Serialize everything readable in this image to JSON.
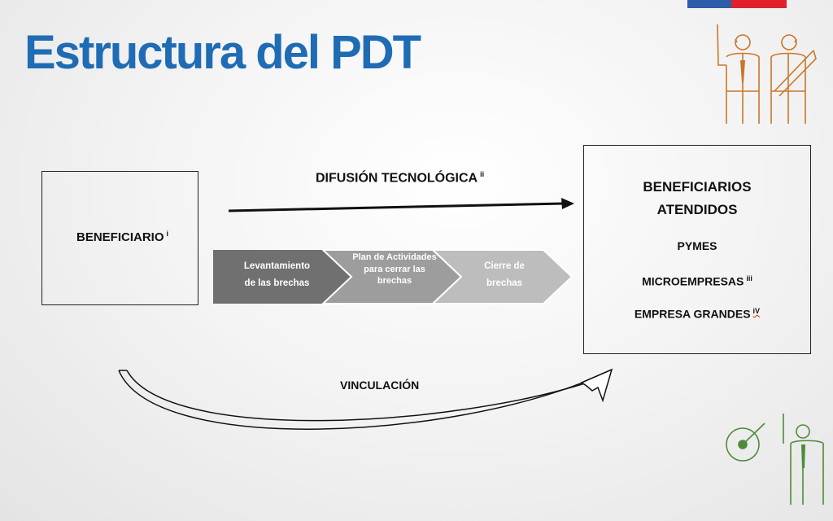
{
  "slide": {
    "title": "Estructura del PDT"
  },
  "diagram": {
    "left_box": {
      "label": "BENEFICIARIO",
      "sup": "i"
    },
    "top_arrow": {
      "label": "DIFUSIÓN TECNOLÓGICA",
      "sup": "ii"
    },
    "steps": [
      {
        "line1": "Levantamiento",
        "line2": "de las brechas",
        "color": "#707070"
      },
      {
        "text": "Plan de Actividades para cerrar las brechas",
        "color": "#9d9d9d"
      },
      {
        "line1": "Cierre de",
        "line2": "brechas",
        "color": "#bdbdbd"
      }
    ],
    "right_box": {
      "heading_line1": "BENEFICIARIOS",
      "heading_line2": "ATENDIDOS",
      "items": [
        {
          "label": "PYMES",
          "sup": ""
        },
        {
          "label": "MICROEMPRESAS",
          "sup": "iii"
        },
        {
          "label": "EMPRESA GRANDES",
          "sup": "iV"
        }
      ]
    },
    "bottom_arrow": {
      "label": "VINCULACIÓN"
    }
  },
  "colors": {
    "title": "#1f6cb5",
    "flag_blue": "#2b5dab",
    "flag_red": "#e2202b",
    "icon_orange": "#c9762a",
    "icon_green": "#4f8a3a"
  },
  "icons": [
    "people-icon",
    "gear-person-icon"
  ]
}
